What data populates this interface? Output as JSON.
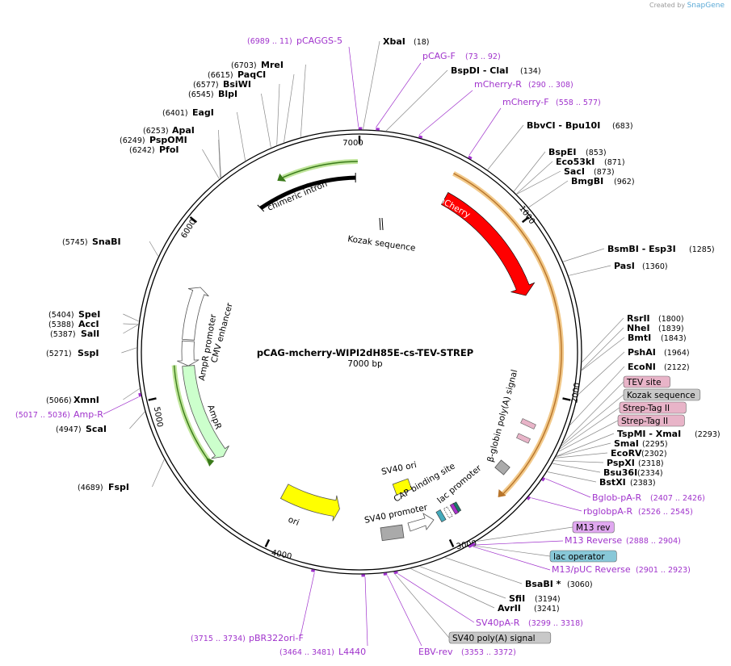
{
  "credit": {
    "prefix": "Created by",
    "brand": "SnapGene"
  },
  "plasmid": {
    "name": "pCAG-mcherry-WIPI2dH85E-cs-TEV-STREP",
    "length_label": "7000 bp"
  },
  "ticks": [
    {
      "label": "1000",
      "bp": 1000
    },
    {
      "label": "2000",
      "bp": 2000
    },
    {
      "label": "3000",
      "bp": 3000
    },
    {
      "label": "4000",
      "bp": 4000
    },
    {
      "label": "5000",
      "bp": 5000
    },
    {
      "label": "6000",
      "bp": 6000
    },
    {
      "label": "7000",
      "bp": 7000
    }
  ],
  "features": [
    {
      "id": "mcherry",
      "label": "mCherry",
      "type": "arrow",
      "start": 580,
      "end": 1380,
      "dir": 1,
      "color": "#ff0000",
      "track": "outer",
      "label_mode": "inside"
    },
    {
      "id": "chimeric",
      "label": "chimeric intron",
      "type": "bar",
      "start": 6460,
      "end": 7010,
      "color": "#000000",
      "track": "outer",
      "label_mode": "curve"
    },
    {
      "id": "kozak",
      "label": "Kozak sequence",
      "type": "mark",
      "start": 7020,
      "end": 7035,
      "color": "#000000",
      "track": "inner",
      "label_mode": "plain"
    },
    {
      "id": "cmv",
      "label": "CMV enhancer",
      "type": "arrow",
      "start": 5270,
      "end": 5650,
      "dir": 1,
      "color": "#ffffff",
      "track": "inner",
      "label_mode": "none"
    },
    {
      "id": "ampr_prom",
      "label": "AmpR promoter",
      "type": "arrow",
      "start": 5180,
      "end": 5290,
      "dir": -1,
      "color": "#ffffff",
      "track": "inner",
      "label_mode": "none"
    },
    {
      "id": "ampr",
      "label": "AmpR",
      "type": "arrow",
      "start": 4530,
      "end": 5180,
      "dir": -1,
      "color": "#ccffcc",
      "track": "inner",
      "label_mode": "none"
    },
    {
      "id": "ori",
      "label": "ori",
      "type": "arrow",
      "start": 3700,
      "end": 4050,
      "dir": -1,
      "color": "#ffff00",
      "track": "inner",
      "label_mode": "inside"
    },
    {
      "id": "sv40ori",
      "label": "SV40 ori",
      "type": "box",
      "color": "#ffff00",
      "label_mode": "plain"
    },
    {
      "id": "sv40prom",
      "label": "SV40 promoter",
      "type": "box",
      "color": "#aaaaaa",
      "label_mode": "plain"
    },
    {
      "id": "lacprom",
      "label": "lac promoter",
      "type": "box",
      "color": "#ffffff",
      "label_mode": "plain"
    },
    {
      "id": "cap",
      "label": "CAP binding site",
      "type": "box",
      "color": "#44aabb",
      "label_mode": "plain"
    },
    {
      "id": "bglobin",
      "label": "β-globin poly(A) signal",
      "type": "box",
      "color": "#aaaaaa",
      "label_mode": "plain"
    }
  ],
  "enzymes": [
    {
      "name": "XbaI",
      "pos": "(18)",
      "bp": 18
    },
    {
      "name": "BspDI - ClaI",
      "pos": "(134)",
      "bp": 134
    },
    {
      "name": "BbvCI - Bpu10I",
      "pos": "(683)",
      "bp": 683
    },
    {
      "name": "BspEI",
      "pos": "(853)",
      "bp": 853
    },
    {
      "name": "Eco53kI",
      "pos": "(871)",
      "bp": 871
    },
    {
      "name": "SacI",
      "pos": "(873)",
      "bp": 873
    },
    {
      "name": "BmgBI",
      "pos": "(962)",
      "bp": 962
    },
    {
      "name": "BsmBI - Esp3I",
      "pos": "(1285)",
      "bp": 1285
    },
    {
      "name": "PasI",
      "pos": "(1360)",
      "bp": 1360
    },
    {
      "name": "RsrII",
      "pos": "(1800)",
      "bp": 1800
    },
    {
      "name": "NheI",
      "pos": "(1839)",
      "bp": 1839
    },
    {
      "name": "BmtI",
      "pos": "(1843)",
      "bp": 1843
    },
    {
      "name": "PshAI",
      "pos": "(1964)",
      "bp": 1964
    },
    {
      "name": "EcoNI",
      "pos": "(2122)",
      "bp": 2122
    },
    {
      "name": "TspMI - XmaI",
      "pos": "(2293)",
      "bp": 2293
    },
    {
      "name": "SmaI",
      "pos": "(2295)",
      "bp": 2295
    },
    {
      "name": "EcoRV",
      "pos": "(2302)",
      "bp": 2302
    },
    {
      "name": "PspXI",
      "pos": "(2318)",
      "bp": 2318
    },
    {
      "name": "Bsu36I",
      "pos": "(2334)",
      "bp": 2334
    },
    {
      "name": "BstXI",
      "pos": "(2383)",
      "bp": 2383
    },
    {
      "name": "BsaBI *",
      "pos": "(3060)",
      "bp": 3060
    },
    {
      "name": "SfiI",
      "pos": "(3194)",
      "bp": 3194
    },
    {
      "name": "AvrII",
      "pos": "(3241)",
      "bp": 3241
    },
    {
      "name": "FspI",
      "pos": "(4689)",
      "bp": 4689
    },
    {
      "name": "ScaI",
      "pos": "(4947)",
      "bp": 4947
    },
    {
      "name": "XmnI",
      "pos": "(5066)",
      "bp": 5066
    },
    {
      "name": "SspI",
      "pos": "(5271)",
      "bp": 5271
    },
    {
      "name": "SalI",
      "pos": "(5387)",
      "bp": 5387
    },
    {
      "name": "AccI",
      "pos": "(5388)",
      "bp": 5388
    },
    {
      "name": "SpeI",
      "pos": "(5404)",
      "bp": 5404
    },
    {
      "name": "SnaBI",
      "pos": "(5745)",
      "bp": 5745
    },
    {
      "name": "PfoI",
      "pos": "(6242)",
      "bp": 6242
    },
    {
      "name": "PspOMI",
      "pos": "(6249)",
      "bp": 6249
    },
    {
      "name": "ApaI",
      "pos": "(6253)",
      "bp": 6253
    },
    {
      "name": "EagI",
      "pos": "(6401)",
      "bp": 6401
    },
    {
      "name": "BlpI",
      "pos": "(6545)",
      "bp": 6545
    },
    {
      "name": "BsiWI",
      "pos": "(6577)",
      "bp": 6577
    },
    {
      "name": "PaqCI",
      "pos": "(6615)",
      "bp": 6615
    },
    {
      "name": "MreI",
      "pos": "(6703)",
      "bp": 6703
    }
  ],
  "primers": [
    {
      "name": "pCAGGS-5",
      "pos": "(6989 .. 11)",
      "bp": 6995
    },
    {
      "name": "pCAG-F",
      "pos": "(73 .. 92)",
      "bp": 82
    },
    {
      "name": "mCherry-R",
      "pos": "(290 .. 308)",
      "bp": 299
    },
    {
      "name": "mCherry-F",
      "pos": "(558 .. 577)",
      "bp": 567
    },
    {
      "name": "Bglob-pA-R",
      "pos": "(2407 .. 2426)",
      "bp": 2416
    },
    {
      "name": "rbglobpA-R",
      "pos": "(2526 .. 2545)",
      "bp": 2535
    },
    {
      "name": "M13 Reverse",
      "pos": "(2888 .. 2904)",
      "bp": 2896
    },
    {
      "name": "M13/pUC Reverse",
      "pos": "(2901 .. 2923)",
      "bp": 2912
    },
    {
      "name": "SV40pA-R",
      "pos": "(3299 .. 3318)",
      "bp": 3308
    },
    {
      "name": "EBV-rev",
      "pos": "(3353 .. 3372)",
      "bp": 3362
    },
    {
      "name": "L4440",
      "pos": "(3464 .. 3481)",
      "bp": 3472
    },
    {
      "name": "pBR322ori-F",
      "pos": "(3715 .. 3734)",
      "bp": 3724
    },
    {
      "name": "Amp-R",
      "pos": "(5017 .. 5036)",
      "bp": 5026
    }
  ],
  "badges": [
    {
      "name": "TEV site",
      "bg": "#e8b4c8",
      "bp": 2220
    },
    {
      "name": "Kozak sequence",
      "bg": "#c8c8c8",
      "bp": 2235
    },
    {
      "name": "Strep-Tag II",
      "bg": "#e8b4c8",
      "bp": 2250
    },
    {
      "name": "Strep-Tag II",
      "bg": "#e8b4c8",
      "bp": 2265
    },
    {
      "name": "M13 rev",
      "bg": "#e0a8f0",
      "bp": 2880
    },
    {
      "name": "lac operator",
      "bg": "#88c8d8",
      "bp": 2920
    },
    {
      "name": "SV40 poly(A) signal",
      "bg": "#c8c8c8",
      "bp": 3330
    }
  ]
}
